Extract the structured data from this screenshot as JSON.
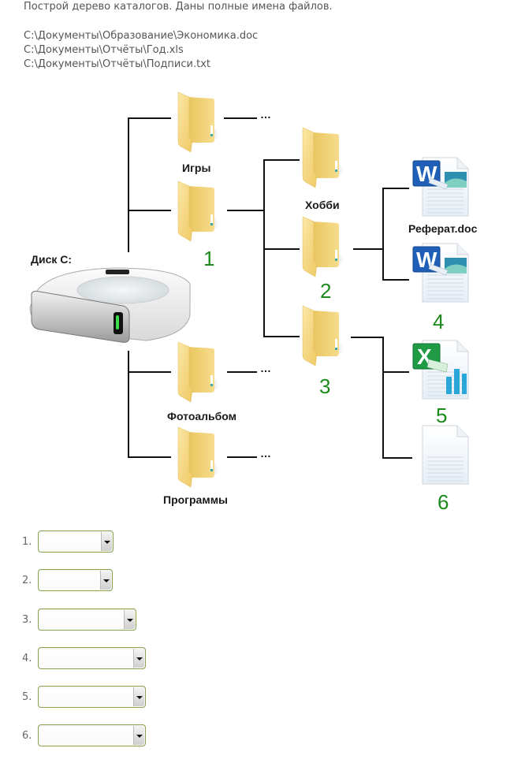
{
  "task": {
    "question": "Построй дерево каталогов. Даны полные имена файлов.",
    "paths": [
      "C:\\Документы\\Образование\\Экономика.doc",
      "C:\\Документы\\Отчёты\\Год.xls",
      "C:\\Документы\\Отчёты\\Подписи.txt"
    ]
  },
  "diagram": {
    "drive_label": "Диск С:",
    "ellipsis": "…",
    "folders": {
      "games": "Игры",
      "hobby": "Хобби",
      "photo": "Фотоальбом",
      "programs": "Программы"
    },
    "files": {
      "essay": "Реферат.doc"
    },
    "numbers": [
      "1",
      "2",
      "3",
      "4",
      "5",
      "6"
    ],
    "colors": {
      "number_green": "#1c8a1c",
      "folder_yellow": "#f3d27a",
      "select_border": "#8aa34e"
    }
  },
  "answers": [
    {
      "label": "1.",
      "value": ""
    },
    {
      "label": "2.",
      "value": ""
    },
    {
      "label": "3.",
      "value": ""
    },
    {
      "label": "4.",
      "value": ""
    },
    {
      "label": "5.",
      "value": ""
    },
    {
      "label": "6.",
      "value": ""
    }
  ]
}
